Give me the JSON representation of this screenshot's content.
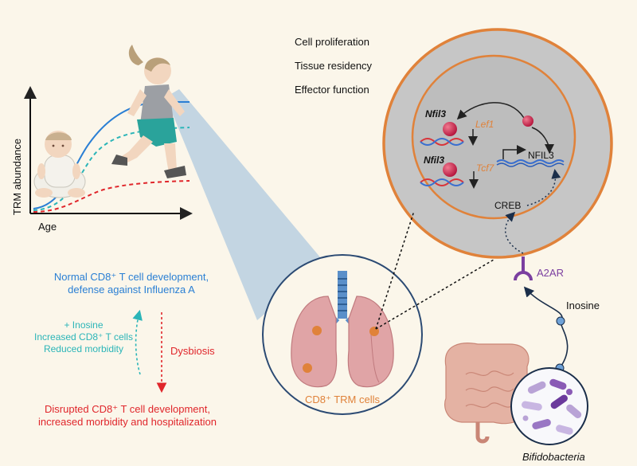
{
  "graph": {
    "ylabel": "TRM abundance",
    "xlabel": "Age"
  },
  "cell": {
    "functions": [
      "Cell proliferation",
      "Tissue residency",
      "Effector function"
    ],
    "gene_nfil3_top": "Nfil3",
    "gene_lef1": "Lef1",
    "gene_nfil3_bottom": "Nfil3",
    "gene_tcf7": "Tcf7",
    "nfil3_protein": "NFIL3",
    "creb": "CREB",
    "receptor": "A2AR"
  },
  "metabolite": "Inosine",
  "bacteria_label": "Bifidobacteria",
  "lung_label": "CD8⁺ TRM cells",
  "outcomes": {
    "normal_line1": "Normal CD8⁺ T cell development,",
    "normal_line2": "defense against Influenza A",
    "rescue_line1": "+ Inosine",
    "rescue_line2": "Increased CD8⁺ T cells",
    "rescue_line3": "Reduced morbidity",
    "dysbiosis": "Dysbiosis",
    "disrupted_line1": "Disrupted CD8⁺ T cell development,",
    "disrupted_line2": "increased morbidity and hospitalization"
  },
  "colors": {
    "blue": "#2a7fd4",
    "teal": "#2bb5b8",
    "red": "#e0262b",
    "orange": "#e0823a",
    "purple": "#7b3fa0",
    "background": "#fbf6ea"
  }
}
